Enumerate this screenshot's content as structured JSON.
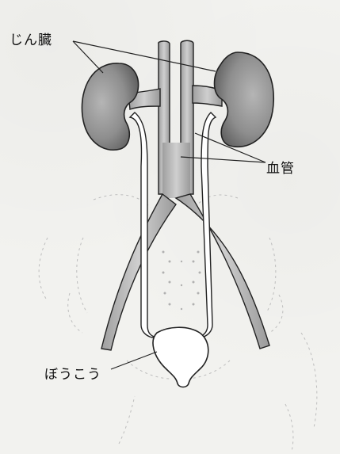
{
  "labels": {
    "kidney": "じん臓",
    "blood_vessel": "血管",
    "bladder": "ぼうこう"
  },
  "colors": {
    "background": "#f2f2ef",
    "organ_fill": "#9c9c9c",
    "organ_dark": "#6f6f6f",
    "vessel_fill": "#b9b9b9",
    "ureter_fill": "#ffffff",
    "line": "#222222",
    "faint_line": "#b8b8b8"
  }
}
